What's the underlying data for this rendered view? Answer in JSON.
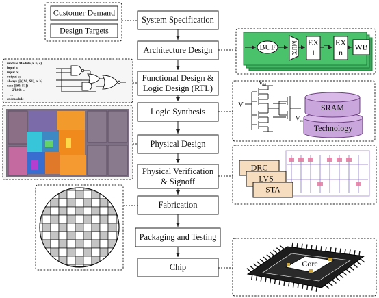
{
  "flow_steps": [
    {
      "label": "System Specification"
    },
    {
      "label": "Architecture Design"
    },
    {
      "line1": "Functional Design &",
      "line2": "Logic Design (RTL)"
    },
    {
      "label": "Logic Synthesis"
    },
    {
      "label": "Physical Design"
    },
    {
      "line1": "Physical Verification",
      "line2": "& Signoff"
    },
    {
      "label": "Fabrication"
    },
    {
      "label": "Packaging and Testing"
    },
    {
      "label": "Chip"
    }
  ],
  "inputs": [
    "Customer Demand",
    "Design Targets"
  ],
  "pipeline": {
    "buf": "BUF",
    "mux": "MUX",
    "ex1_top": "EX",
    "ex1_bot": "1",
    "dots": "...",
    "exn_top": "EX",
    "exn_bot": "n",
    "wb": "WB"
  },
  "rtl_code": [
    "module Module(a, b, c)",
    "input a;",
    "input b;",
    "output c;",
    "always @([S0, S1], a, b)",
    "case ([S0, S1])",
    "2'b00: ...",
    "....",
    "endmodule"
  ],
  "synthesis": {
    "vdd": "V",
    "vin": "V",
    "vout": "V",
    "sram": "SRAM",
    "technology": "Technology"
  },
  "signoff": [
    "DRC",
    "LVS",
    "STA"
  ],
  "chip": {
    "core": "Core"
  },
  "colors": {
    "pipeline_green": "#49c26b",
    "pipeline_stroke": "#1f7d3a",
    "sram_fill": "#c9a6dc",
    "sram_stroke": "#6d3f83",
    "signoff_fill": "#f6ddbf",
    "layout_orange": "#f08a1c",
    "wafer_gray": "#c4c4c4",
    "pcb_dark": "#1d1d1d"
  }
}
